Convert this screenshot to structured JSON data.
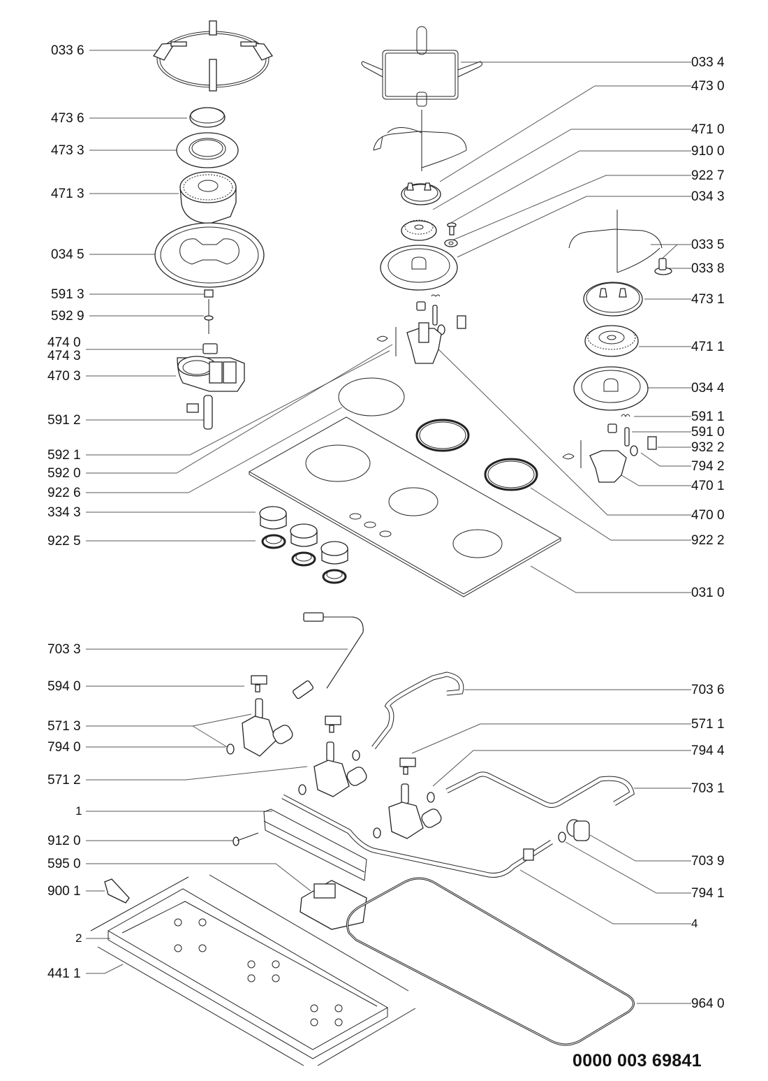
{
  "diagram": {
    "title": "Gas hob exploded parts view",
    "document_number": "0000 003 69841",
    "labels_left": [
      {
        "id": "0336",
        "text": "033 6"
      },
      {
        "id": "4736",
        "text": "473 6"
      },
      {
        "id": "4733",
        "text": "473 3"
      },
      {
        "id": "4713",
        "text": "471 3"
      },
      {
        "id": "0345",
        "text": "034 5"
      },
      {
        "id": "5913",
        "text": "591 3"
      },
      {
        "id": "5929",
        "text": "592 9"
      },
      {
        "id": "4740",
        "text": "474 0"
      },
      {
        "id": "4743",
        "text": "474 3"
      },
      {
        "id": "4703",
        "text": "470 3"
      },
      {
        "id": "5912",
        "text": "591 2"
      },
      {
        "id": "5921",
        "text": "592 1"
      },
      {
        "id": "5920",
        "text": "592 0"
      },
      {
        "id": "9226",
        "text": "922 6"
      },
      {
        "id": "3343",
        "text": "334 3"
      },
      {
        "id": "9225",
        "text": "922 5"
      },
      {
        "id": "7033",
        "text": "703 3"
      },
      {
        "id": "5940",
        "text": "594 0"
      },
      {
        "id": "5713",
        "text": "571 3"
      },
      {
        "id": "7940",
        "text": "794 0"
      },
      {
        "id": "5712",
        "text": "571 2"
      },
      {
        "id": "1",
        "text": "1"
      },
      {
        "id": "9120",
        "text": "912 0"
      },
      {
        "id": "5950",
        "text": "595 0"
      },
      {
        "id": "9001",
        "text": "900 1"
      },
      {
        "id": "2",
        "text": "2"
      },
      {
        "id": "4411",
        "text": "441 1"
      }
    ],
    "labels_right": [
      {
        "id": "0334",
        "text": "033 4"
      },
      {
        "id": "4730",
        "text": "473 0"
      },
      {
        "id": "4710",
        "text": "471 0"
      },
      {
        "id": "9100",
        "text": "910 0"
      },
      {
        "id": "9227",
        "text": "922 7"
      },
      {
        "id": "0343",
        "text": "034 3"
      },
      {
        "id": "0335",
        "text": "033 5"
      },
      {
        "id": "0338",
        "text": "033 8"
      },
      {
        "id": "4731",
        "text": "473 1"
      },
      {
        "id": "4711",
        "text": "471 1"
      },
      {
        "id": "0344",
        "text": "034 4"
      },
      {
        "id": "5911",
        "text": "591 1"
      },
      {
        "id": "5910",
        "text": "591 0"
      },
      {
        "id": "9322",
        "text": "932 2"
      },
      {
        "id": "7942",
        "text": "794 2"
      },
      {
        "id": "4701",
        "text": "470 1"
      },
      {
        "id": "4700",
        "text": "470 0"
      },
      {
        "id": "9222",
        "text": "922 2"
      },
      {
        "id": "0310",
        "text": "031 0"
      },
      {
        "id": "7036",
        "text": "703 6"
      },
      {
        "id": "5711",
        "text": "571 1"
      },
      {
        "id": "7944",
        "text": "794 4"
      },
      {
        "id": "7031",
        "text": "703 1"
      },
      {
        "id": "7039",
        "text": "703 9"
      },
      {
        "id": "7941",
        "text": "794 1"
      },
      {
        "id": "4",
        "text": "4"
      },
      {
        "id": "9640",
        "text": "964 0"
      }
    ]
  }
}
